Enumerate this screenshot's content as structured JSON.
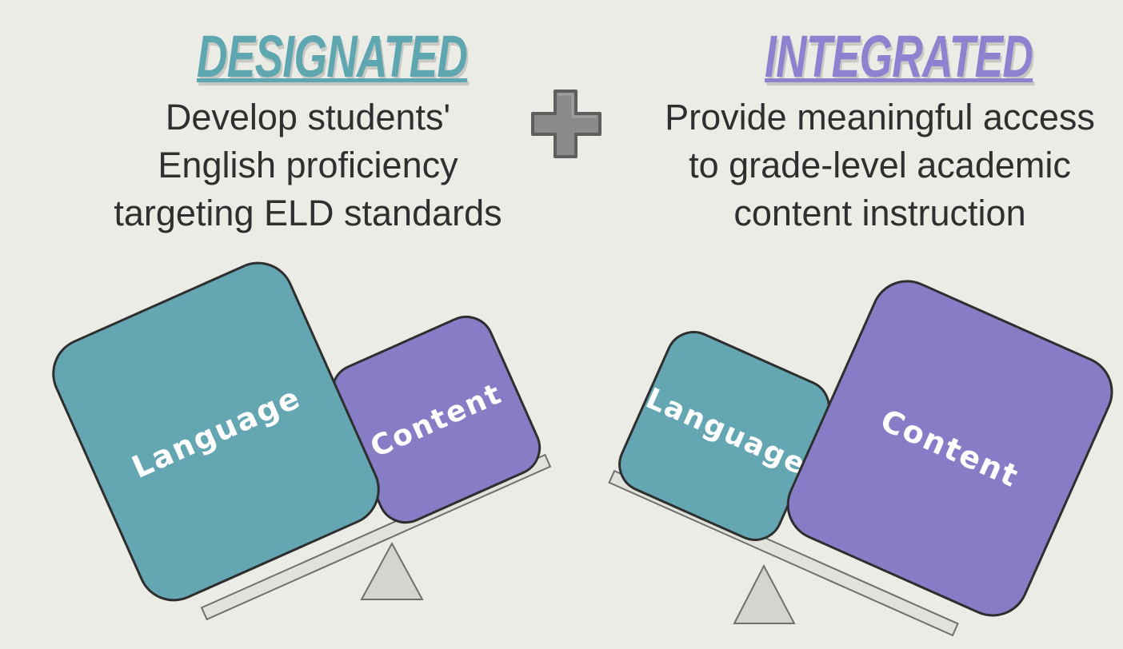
{
  "left_panel": {
    "heading": "Designated",
    "description_lines": [
      "Develop students'",
      "English proficiency",
      "targeting ELD standards"
    ],
    "big_block_label": "Language",
    "small_block_label": "Content"
  },
  "right_panel": {
    "heading": "Integrated",
    "description_lines": [
      "Provide meaningful access",
      "to grade-level academic",
      "content instruction"
    ],
    "small_block_label": "Language",
    "big_block_label": "Content"
  },
  "colors": {
    "background": "#efeeea",
    "language_teal": "#64a6b1",
    "content_purple": "#877dc6",
    "plus_gray": "#8a8a8a",
    "beam": "#dfe3dc",
    "fulcrum": "#d6d4cf",
    "text_dark": "#2f2f2f"
  },
  "icons": {
    "plus": "plus-icon",
    "fulcrum": "triangle-icon"
  }
}
